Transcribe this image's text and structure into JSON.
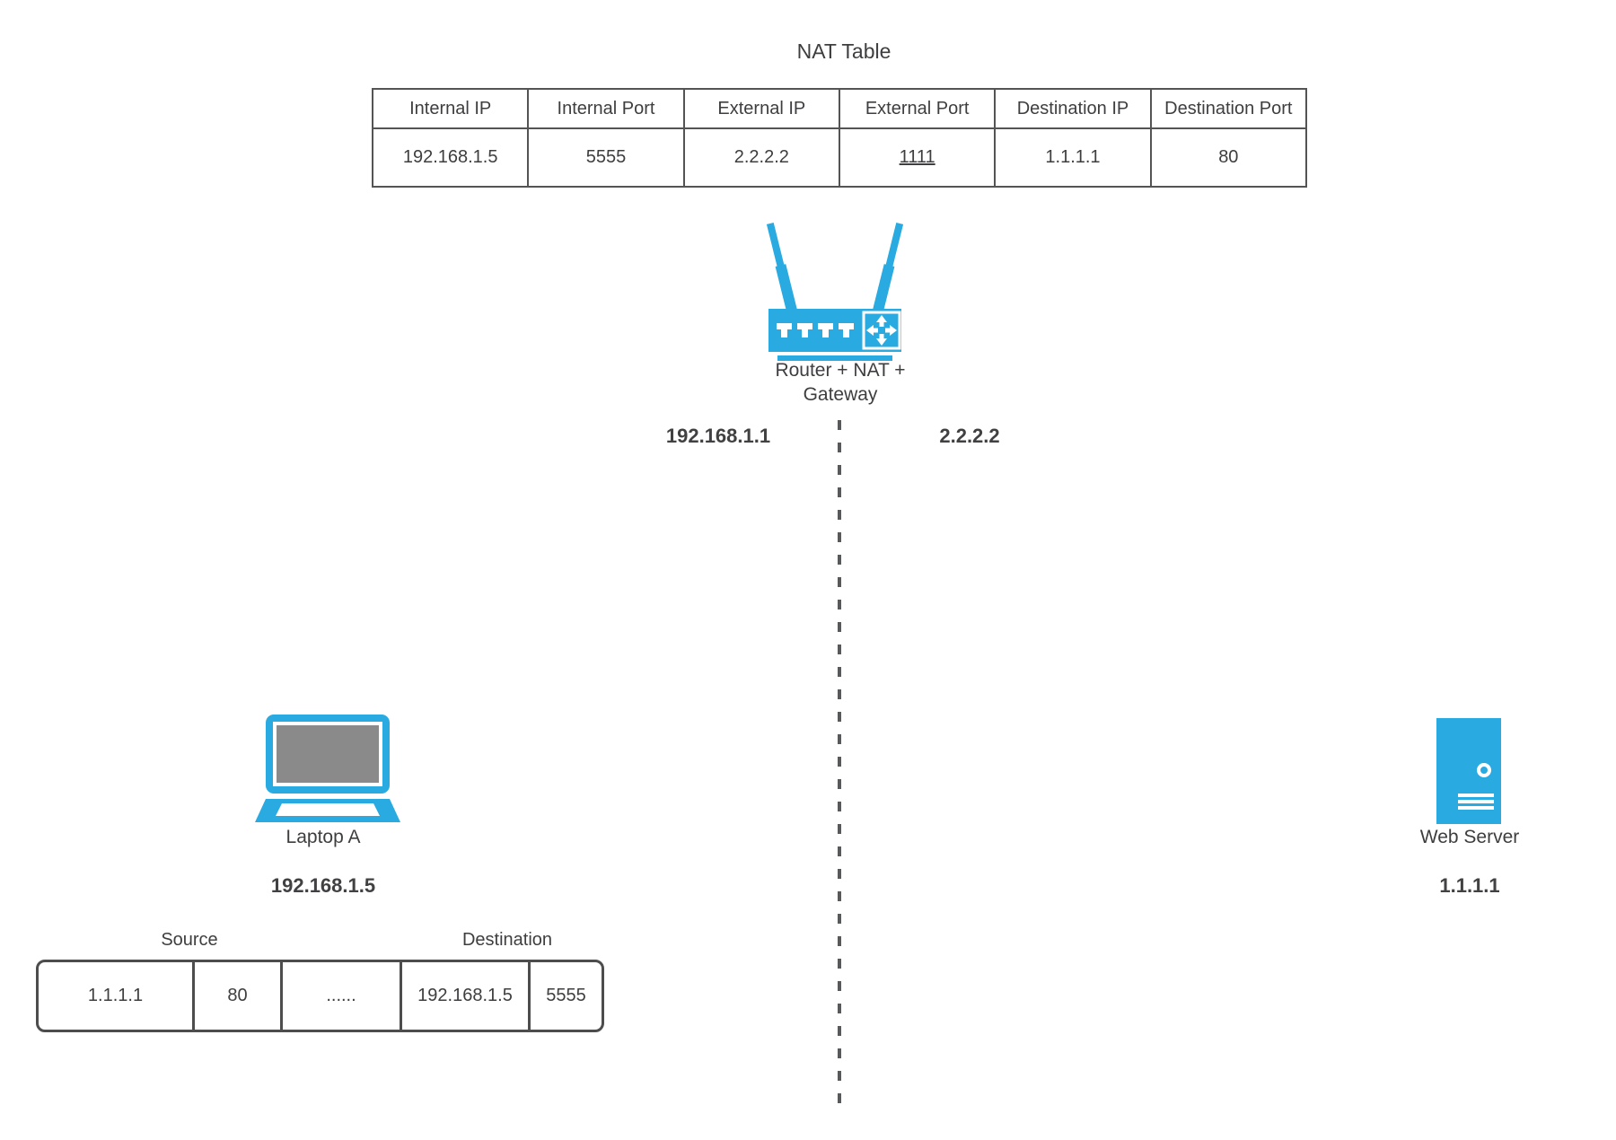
{
  "colors": {
    "accent_blue": "#29abe2",
    "screen_gray": "#8a8a8a",
    "line_gray": "#58595b",
    "table_border": "#545454",
    "text": "#3e3e40"
  },
  "icons": {
    "router": "router-icon",
    "laptop": "laptop-icon",
    "web_server": "server-icon",
    "boundary": "dashed-divider-line"
  },
  "nat_table": {
    "title": "NAT Table",
    "headers": [
      "Internal IP",
      "Internal Port",
      "External IP",
      "External Port",
      "Destination IP",
      "Destination Port"
    ],
    "row": [
      "192.168.1.5",
      "5555",
      "2.2.2.2",
      "1111",
      "1.1.1.1",
      "80"
    ]
  },
  "router": {
    "label": [
      "Router + NAT +",
      "Gateway"
    ],
    "lan_ip": "192.168.1.1",
    "wan_ip": "2.2.2.2"
  },
  "laptop": {
    "label": "Laptop A",
    "ip": "192.168.1.5"
  },
  "web_server": {
    "label": "Web Server",
    "ip": "1.1.1.1"
  },
  "packet_strip": {
    "source_label": "Source",
    "destination_label": "Destination",
    "cells": [
      "1.1.1.1",
      "80",
      "......",
      "192.168.1.5",
      "5555"
    ]
  }
}
